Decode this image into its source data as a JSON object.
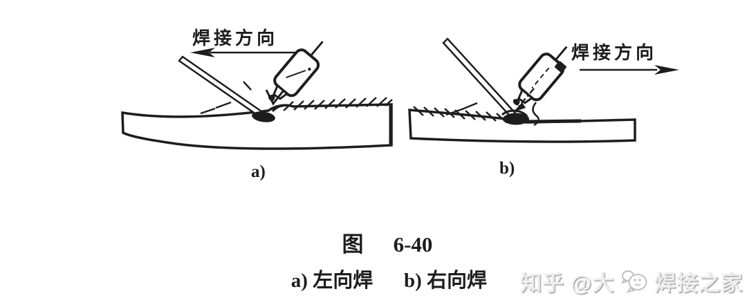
{
  "figure": {
    "panel_a": {
      "direction_label": "焊接方向",
      "direction": "left",
      "label": "a)"
    },
    "panel_b": {
      "direction_label": "焊接方向",
      "direction": "right",
      "label": "b)"
    },
    "caption_prefix": "图",
    "caption_number": "6-40",
    "subcaption_a": "a) 左向焊",
    "subcaption_b": "b) 右向焊"
  },
  "watermark": {
    "site": "知乎",
    "handle": "@大",
    "name": "焊接之家",
    "icon": "smiley-chat-bubble-icon"
  },
  "colors": {
    "background": "#ffffff",
    "ink": "#1d1d1d",
    "watermark_text": "#eeeeee",
    "watermark_shadow": "#a6a6a6"
  }
}
